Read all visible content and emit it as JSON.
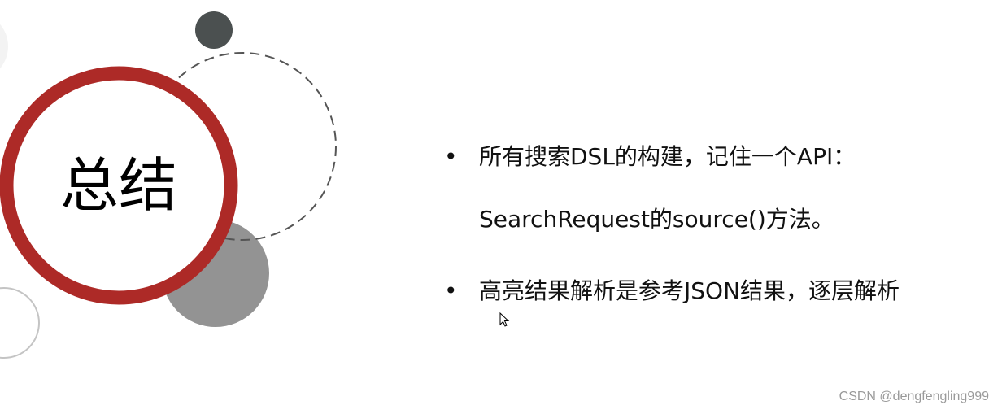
{
  "slide": {
    "title": "总结",
    "bullets": [
      {
        "lines": [
          "所有搜索DSL的构建，记住一个API：",
          "SearchRequest的source()方法。"
        ]
      },
      {
        "lines": [
          "高亮结果解析是参考JSON结果，逐层解析"
        ]
      }
    ],
    "bullet_glyph": "•"
  },
  "watermark": "CSDN @dengfengling999",
  "colors": {
    "accent_red": "#ad2a27",
    "dark_dot": "#4b5050",
    "gray_circle": "#939393"
  }
}
